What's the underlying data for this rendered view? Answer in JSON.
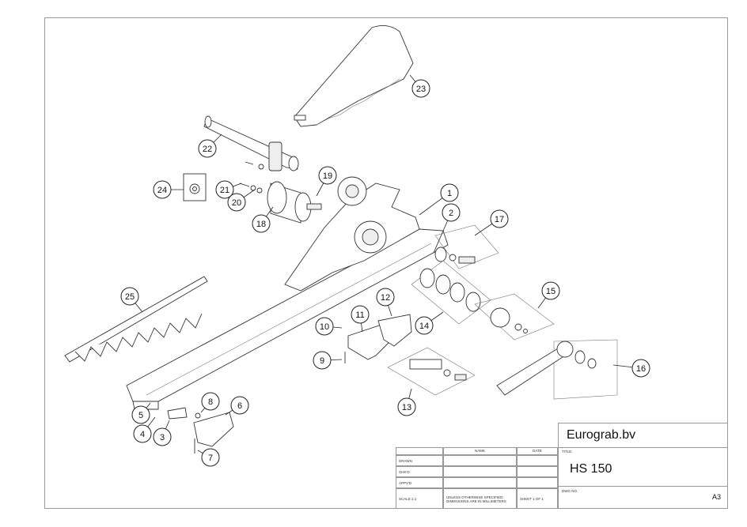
{
  "company": "Eurograb.bv",
  "title_block": {
    "name_header": "NAME",
    "date_header": "DATE",
    "rows": [
      "DRAWN",
      "CHK'D",
      "APPV'D"
    ],
    "scale": "SCALE:1:1",
    "note": "UNLESS OTHERWISE SPECIFIED: DIMENSIONS ARE IN MILLIMETERS",
    "sheet": "SHEET 1 OF 1",
    "title_label": "TITLE:",
    "title": "HS 150",
    "dwg_label": "DWG NO.",
    "size": "A3"
  },
  "balloons": [
    "1",
    "2",
    "3",
    "4",
    "5",
    "6",
    "7",
    "8",
    "9",
    "10",
    "11",
    "12",
    "13",
    "14",
    "15",
    "16",
    "17",
    "18",
    "19",
    "20",
    "21",
    "22",
    "23",
    "24",
    "25"
  ]
}
